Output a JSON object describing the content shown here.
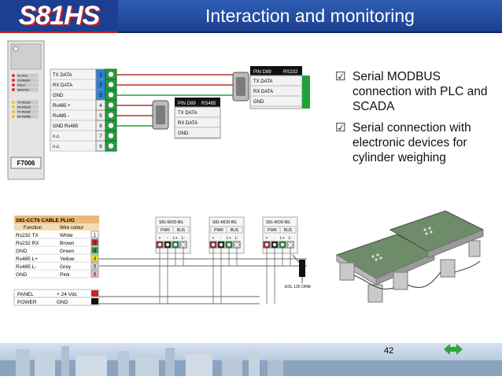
{
  "header": {
    "logo_text": "S81HS",
    "title": "Interaction and monitoring"
  },
  "bullets": [
    "Serial MODBUS connection with PLC and SCADA",
    "Serial connection with electronic devices for cylinder weighing"
  ],
  "module": {
    "name": "F7006",
    "led_labels": [
      "ACTIVE",
      "STANDBY",
      "FAULT",
      "MASTER",
      "TX RS232",
      "RX RS232",
      "TX RS485",
      "RX RS485"
    ]
  },
  "terminal_block": {
    "rows": [
      {
        "label": "TX DATA",
        "num": "1"
      },
      {
        "label": "RX DATA",
        "num": "2"
      },
      {
        "label": "GND",
        "num": "3"
      },
      {
        "label": "Rs485 +",
        "num": "4"
      },
      {
        "label": "Rs485 -",
        "num": "5"
      },
      {
        "label": "GND Rs485",
        "num": "6"
      },
      {
        "label": "n.c.",
        "num": "7"
      },
      {
        "label": "n.c.",
        "num": "8"
      }
    ]
  },
  "rs232_connector": {
    "header": "PIN D89",
    "header_type": "RS232",
    "rows": [
      "TX DATA",
      "RX DATA",
      "GND"
    ]
  },
  "rs485_connector": {
    "header": "PIN D89",
    "header_type": "RS485",
    "rows": [
      "TX DATA",
      "RX DATA",
      "GND"
    ]
  },
  "cable_plug": {
    "title": "S81-CCT6 CABLE PLUG",
    "col_function": "Function",
    "col_colour": "Wire colour",
    "rows": [
      {
        "function": "Rs232 TX",
        "colour": "White",
        "num": "1",
        "swatch": "#ffffff"
      },
      {
        "function": "Rs232 RX",
        "colour": "Brown",
        "num": "2",
        "swatch": "#b5322a"
      },
      {
        "function": "GND",
        "colour": "Green",
        "num": "3",
        "swatch": "#2e9d3a"
      },
      {
        "function": "Rs485 L+",
        "colour": "Yellow",
        "num": "4",
        "swatch": "#f4e02a"
      },
      {
        "function": "Rs485 L-",
        "colour": "Grey",
        "num": "5",
        "swatch": "#d8d8d8"
      },
      {
        "function": "GND",
        "colour": "Pink",
        "num": "6",
        "swatch": "#f2b9c4"
      }
    ],
    "power_rows": [
      {
        "function": "PANEL",
        "colour": "+ 24 Vdc"
      },
      {
        "function": "POWER",
        "colour": "GND"
      }
    ]
  },
  "mod_bil": {
    "title": "S81-MOD-BIL",
    "groups": [
      "PWR",
      "BUS"
    ],
    "pins": [
      "+",
      "-",
      "L+",
      "L-"
    ]
  },
  "eol": "EOL 120 OHM",
  "footer": {
    "page": "42"
  },
  "colors": {
    "brand_blue": "#1c3f92",
    "terminal_green": "#1fa23a",
    "terminal_blue": "#2f7fd0",
    "wire_red": "#c0282a"
  }
}
